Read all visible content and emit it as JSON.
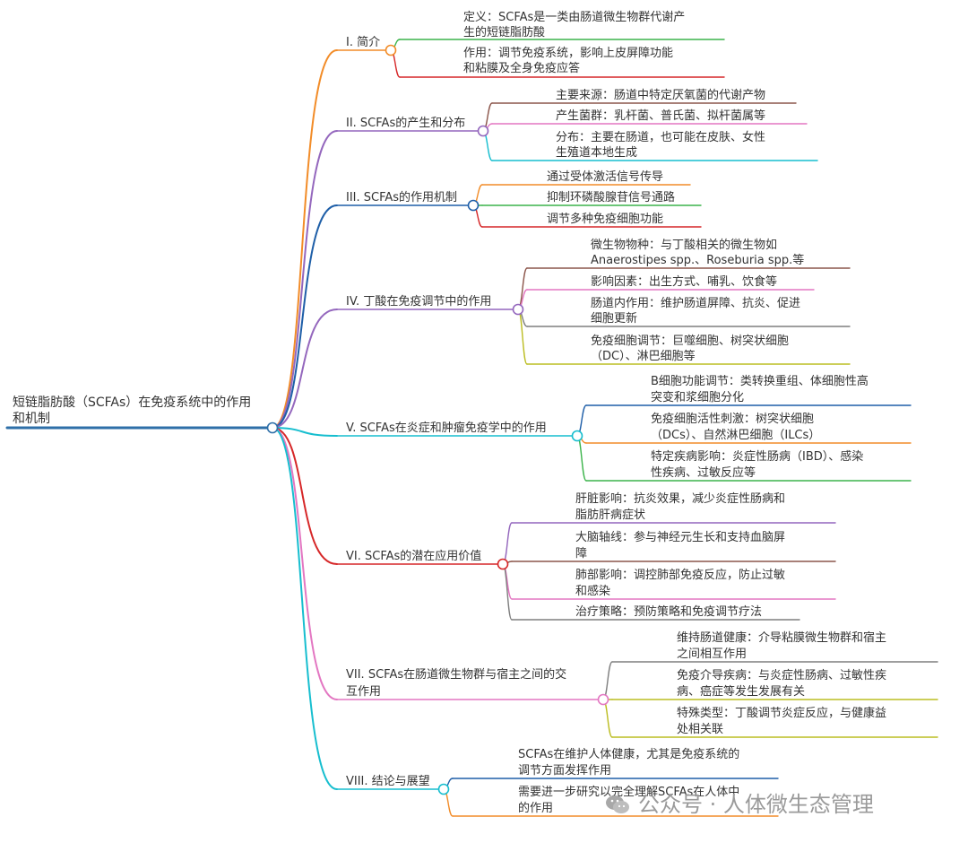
{
  "root": {
    "title_lines": [
      "短链脂肪酸（SCFAs）在免疫系统中的作用",
      "和机制"
    ],
    "color": "#2e6fa8"
  },
  "branches": [
    {
      "label": "I. 简介",
      "color": "#f28c28",
      "children": [
        {
          "lines": [
            "定义：SCFAs是一类由肠道微生物群代谢产",
            "生的短链脂肪酸"
          ],
          "color": "#3cb44b"
        },
        {
          "lines": [
            "作用：调节免疫系统，影响上皮屏障功能",
            "和粘膜及全身免疫应答"
          ],
          "color": "#d62728"
        }
      ]
    },
    {
      "label": "II. SCFAs的产生和分布",
      "color": "#9467bd",
      "children": [
        {
          "lines": [
            "主要来源：肠道中特定厌氧菌的代谢产物"
          ],
          "color": "#8c564b"
        },
        {
          "lines": [
            "产生菌群：乳杆菌、普氏菌、拟杆菌属等"
          ],
          "color": "#e377c2"
        },
        {
          "lines": [
            "分布：主要在肠道，也可能在皮肤、女性",
            "生殖道本地生成"
          ],
          "color": "#17becf"
        }
      ]
    },
    {
      "label": "III. SCFAs的作用机制",
      "color": "#1f5fa8",
      "children": [
        {
          "lines": [
            "通过受体激活信号传导"
          ],
          "color": "#f28c28"
        },
        {
          "lines": [
            "抑制环磷酸腺苷信号通路"
          ],
          "color": "#3cb44b"
        },
        {
          "lines": [
            "调节多种免疫细胞功能"
          ],
          "color": "#d62728"
        }
      ]
    },
    {
      "label": "IV. 丁酸在免疫调节中的作用",
      "color": "#9467bd",
      "children": [
        {
          "lines": [
            "微生物物种：与丁酸相关的微生物如",
            "Anaerostipes spp.、Roseburia spp.等"
          ],
          "color": "#8c564b"
        },
        {
          "lines": [
            "影响因素：出生方式、哺乳、饮食等"
          ],
          "color": "#e377c2"
        },
        {
          "lines": [
            "肠道内作用：维护肠道屏障、抗炎、促进",
            "细胞更新"
          ],
          "color": "#7f7f7f"
        },
        {
          "lines": [
            "免疫细胞调节：巨噬细胞、树突状细胞",
            "（DC）、淋巴细胞等"
          ],
          "color": "#bcbd22"
        }
      ]
    },
    {
      "label": "V. SCFAs在炎症和肿瘤免疫学中的作用",
      "color": "#17becf",
      "children": [
        {
          "lines": [
            "B细胞功能调节：类转换重组、体细胞性高",
            "突变和浆细胞分化"
          ],
          "color": "#1f5fa8"
        },
        {
          "lines": [
            "免疫细胞活性刺激：树突状细胞",
            "（DCs）、自然淋巴细胞（ILCs）"
          ],
          "color": "#f28c28"
        },
        {
          "lines": [
            "特定疾病影响：炎症性肠病（IBD）、感染",
            "性疾病、过敏反应等"
          ],
          "color": "#3cb44b"
        }
      ]
    },
    {
      "label": "VI. SCFAs的潜在应用价值",
      "color": "#d62728",
      "children": [
        {
          "lines": [
            "肝脏影响：抗炎效果，减少炎症性肠病和",
            "脂肪肝病症状"
          ],
          "color": "#9467bd"
        },
        {
          "lines": [
            "大脑轴线：参与神经元生长和支持血脑屏",
            "障"
          ],
          "color": "#8c564b"
        },
        {
          "lines": [
            "肺部影响：调控肺部免疫反应，防止过敏",
            "和感染"
          ],
          "color": "#e377c2"
        },
        {
          "lines": [
            "治疗策略：预防策略和免疫调节疗法"
          ],
          "color": "#7f7f7f"
        }
      ]
    },
    {
      "label_lines": [
        "VII. SCFAs在肠道微生物群与宿主之间的交",
        "互作用"
      ],
      "color": "#e377c2",
      "children": [
        {
          "lines": [
            "维持肠道健康：介导粘膜微生物群和宿主",
            "之间相互作用"
          ],
          "color": "#7f7f7f"
        },
        {
          "lines": [
            "免疫介导疾病：与炎症性肠病、过敏性疾",
            "病、癌症等发生发展有关"
          ],
          "color": "#bcbd22"
        },
        {
          "lines": [
            "特殊类型：丁酸调节炎症反应，与健康益",
            "处相关联"
          ],
          "color": "#bcbd22"
        }
      ]
    },
    {
      "label": "VIII. 结论与展望",
      "color": "#17becf",
      "children": [
        {
          "lines": [
            "SCFAs在维护人体健康，尤其是免疫系统的",
            "调节方面发挥作用"
          ],
          "color": "#1f5fa8"
        },
        {
          "lines": [
            "需要进一步研究以完全理解SCFAs在人体中",
            "的作用"
          ],
          "color": "#f28c28"
        }
      ]
    }
  ],
  "watermark": {
    "text": "公众号 · 人体微生态管理",
    "icon": "wechat-icon"
  }
}
